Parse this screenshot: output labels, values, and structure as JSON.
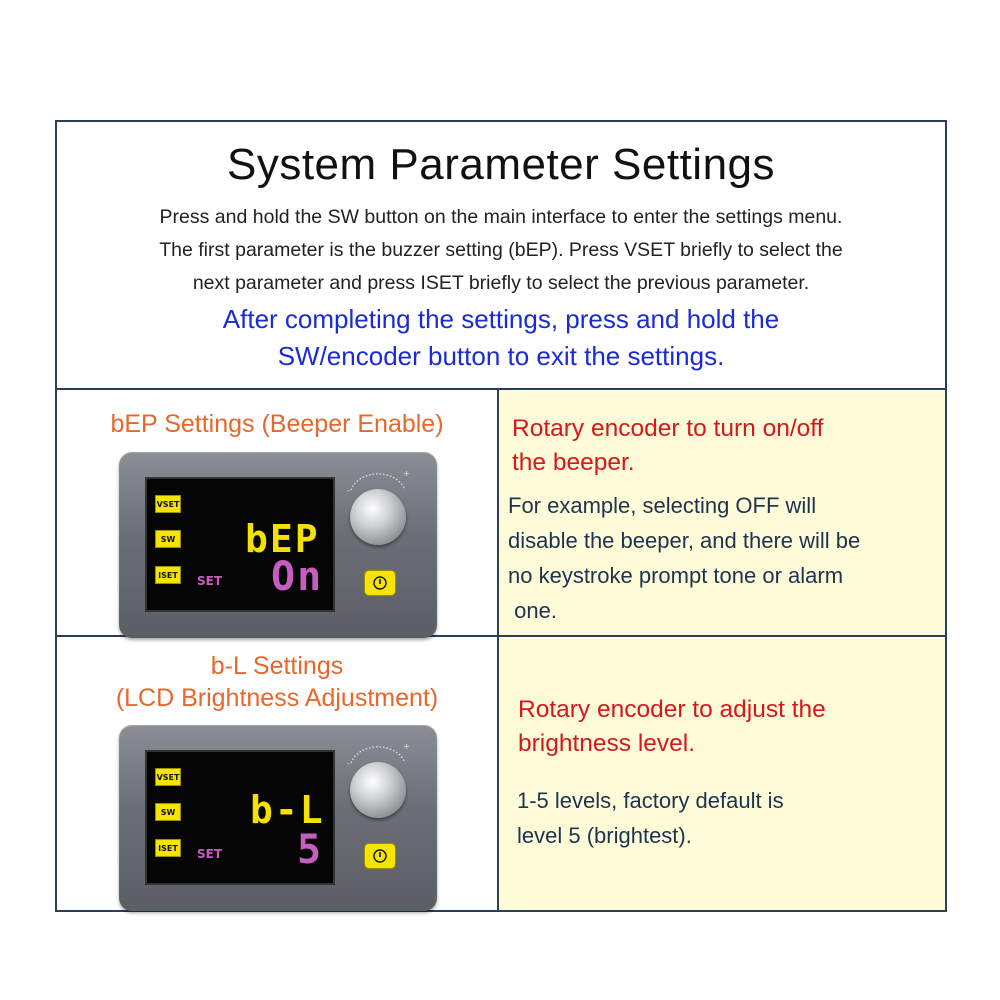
{
  "header": {
    "title": "System Parameter Settings",
    "intro_lines": [
      "Press and hold the SW button on the main interface to enter the settings menu.",
      "The first parameter is the buzzer setting (bEP).  Press VSET briefly to select the",
      "next parameter and press ISET briefly to select the previous parameter."
    ],
    "exit_lines": [
      "After completing the settings, press and hold the",
      "SW/encoder button to exit the settings."
    ]
  },
  "colors": {
    "orange": "#e8672a",
    "red": "#d6181c",
    "blue": "#1a2bd6",
    "panel_yellow": "#fdfbd8"
  },
  "sections": [
    {
      "title_lines": [
        "bEP Settings (Beeper Enable)"
      ],
      "device": {
        "buttons": [
          "VSET",
          "SW",
          "ISET"
        ],
        "set_label": "SET",
        "line1": "bEP",
        "line2": "On",
        "knob_icon": "rotary-knob-icon",
        "power_icon": "power-icon"
      },
      "red_lines": [
        "Rotary encoder to turn on/off",
        "the beeper."
      ],
      "detail_lines": [
        "For example, selecting OFF will",
        "disable the beeper, and there will be",
        "no keystroke prompt tone or alarm",
        " one."
      ]
    },
    {
      "title_lines": [
        "b-L Settings",
        "(LCD Brightness Adjustment)"
      ],
      "device": {
        "buttons": [
          "VSET",
          "SW",
          "ISET"
        ],
        "set_label": "SET",
        "line1": "b-L",
        "line2": "5",
        "knob_icon": "rotary-knob-icon",
        "power_icon": "power-icon"
      },
      "red_lines": [
        "Rotary encoder to adjust the",
        "brightness level."
      ],
      "detail_lines": [
        "1-5 levels, factory default is",
        "level 5 (brightest)."
      ]
    }
  ]
}
